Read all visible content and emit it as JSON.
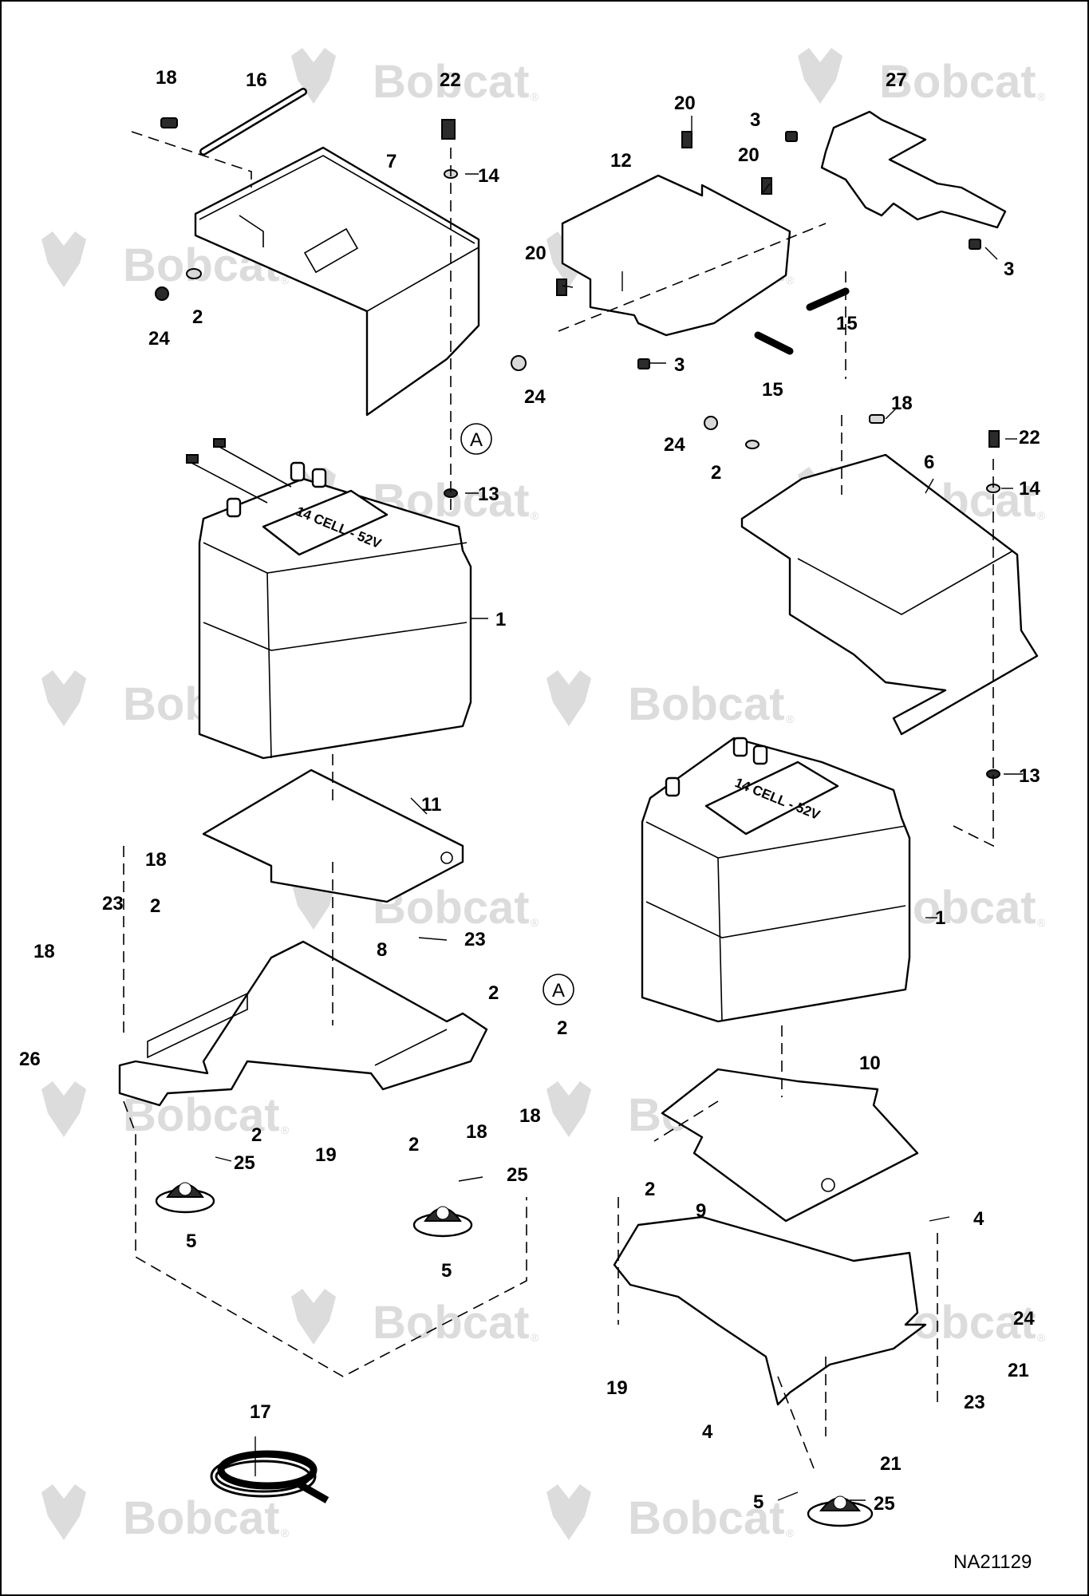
{
  "figure": {
    "drawing_number": "NA21129",
    "watermark_text": "Bobcat",
    "watermark_mark": "®",
    "battery_label": "14 CELL - 52V",
    "section_marker": "A"
  },
  "callouts": [
    "18",
    "16",
    "22",
    "7",
    "14",
    "2",
    "24",
    "24",
    "13",
    "1",
    "11",
    "18",
    "23",
    "2",
    "18",
    "8",
    "23",
    "2",
    "2",
    "26",
    "2",
    "19",
    "2",
    "18",
    "18",
    "25",
    "25",
    "5",
    "5",
    "17",
    "20",
    "27",
    "3",
    "12",
    "20",
    "20",
    "3",
    "15",
    "3",
    "15",
    "18",
    "24",
    "22",
    "2",
    "6",
    "14",
    "13",
    "1",
    "10",
    "2",
    "9",
    "4",
    "24",
    "21",
    "19",
    "23",
    "4",
    "21",
    "5",
    "25"
  ],
  "colors": {
    "line": "#000000",
    "watermark": "#dcdcdc",
    "background": "#ffffff"
  }
}
